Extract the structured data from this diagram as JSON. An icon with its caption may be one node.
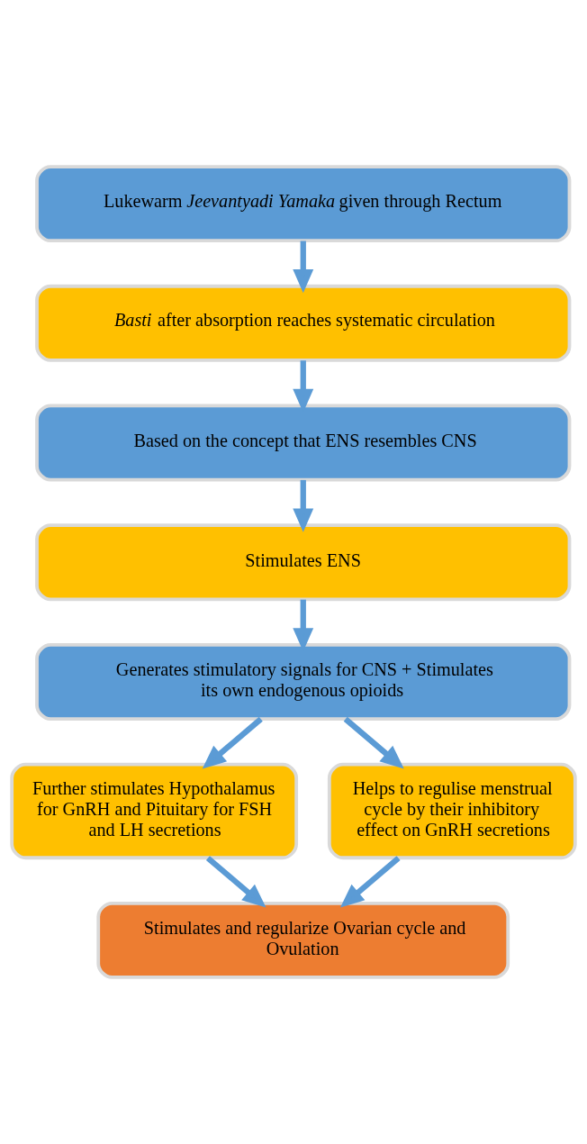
{
  "diagram": {
    "nodes": [
      {
        "text": [
          "Lukewarm *Jeevantyadi Yamaka* given through Rectum"
        ]
      },
      {
        "text": [
          "*Basti* after absorption reaches systematic circulation"
        ]
      },
      {
        "text": [
          "Based on the concept that ENS resembles CNS"
        ]
      },
      {
        "text": [
          "Stimulates ENS"
        ]
      },
      {
        "text": [
          "Generates stimulatory signals for CNS + Stimulates its own endogenous opioids"
        ]
      },
      {
        "text": [
          "Further stimulates Hypothalamus for GnRH and Pituitary for FSH and LH secretions"
        ]
      },
      {
        "text": [
          "Helps to regulise menstrual cycle by their inhibitory effect on GnRH secretions"
        ]
      },
      {
        "text": [
          "Stimulates and regularize Ovarian cycle and Ovulation"
        ]
      }
    ],
    "edges": [
      {
        "from": 0,
        "to": 1,
        "arrow": "to"
      },
      {
        "from": 1,
        "to": 2,
        "arrow": "to"
      },
      {
        "from": 2,
        "to": 3,
        "arrow": "to"
      },
      {
        "from": 3,
        "to": 4,
        "arrow": "to"
      },
      {
        "from": 4,
        "to": 5,
        "arrow": "to"
      },
      {
        "from": 4,
        "to": 6,
        "arrow": "to"
      },
      {
        "from": 5,
        "to": 7,
        "arrow": "to"
      },
      {
        "from": 6,
        "to": 7,
        "arrow": "to"
      }
    ]
  }
}
